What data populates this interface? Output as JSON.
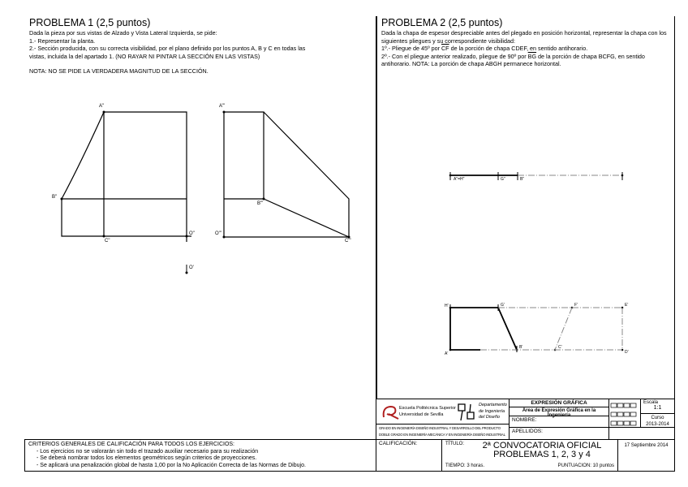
{
  "problem1": {
    "title": "PROBLEMA 1 (2,5 puntos)",
    "lines": [
      "Dada la pieza por sus vistas de Alzado y Vista Lateral Izquierda, se pide:",
      "1.- Representar la planta.",
      "2.- Sección producida, con su correcta visibilidad, por el plano definido por los puntos A, B y C en todas las",
      "vistas, incluida la del apartado 1. (NO RAYAR NI PINTAR LA SECCIÓN EN LAS VISTAS)"
    ],
    "note": "NOTA: NO SE PIDE LA VERDADERA MAGNITUD DE LA SECCIÓN.",
    "labels": {
      "A2": "A\"",
      "B2": "B\"",
      "C2": "C\"",
      "O2": "O\"",
      "A3": "A'\"",
      "B3": "B'\"",
      "C3": "C'\"",
      "O3": "O'\"",
      "O1": "O'"
    }
  },
  "problem2": {
    "title": "PROBLEMA 2 (2,5 puntos)",
    "line1": "Dada la chapa de espesor despreciable antes del plegado en posición horizontal, representar la chapa con los",
    "line2": "siguientes pliegues y su correspondiente visibilidad:",
    "step1_a": "1º.- Pliegue de 45º por ",
    "step1_ov": "CF",
    "step1_b": " de la porción de chapa CDEF, en sentido antihorario.",
    "step2_a": "2º.- Con el pliegue anterior realizado, pliegue de 90º por ",
    "step2_ov": "BG",
    "step2_b": " de la porción de chapa BCFG, en sentido",
    "step2_c": "antihorario.    NOTA: La porción de chapa ABGH permanece horizontal.",
    "labels": {
      "AH2": "A\"=H\"",
      "G2": "G\"",
      "B2": "B\"",
      "H1": "H'",
      "G1": "G'",
      "F1": "F'",
      "E1": "E'",
      "A1": "A'",
      "B1": "B'",
      "C1": "C'",
      "D1": "D'"
    }
  },
  "criteria": {
    "title": "CRITERIOS GENERALES DE CALIFICACIÓN  PARA TODOS LOS EJERCICIOS:",
    "items": [
      "- Los ejercicios no se valorarán sin todo el trazado auxiliar necesario para su realización",
      "- Se deberá nombrar todos los elementos geométricos según criterios de proyecciones.",
      "- Se aplicará una penalización global de hasta 1,00 por la No Aplicación Correcta de las Normas de Dibujo."
    ]
  },
  "titleblock": {
    "school1": "Escuela Politécnica Superior",
    "school2": "Universidad de Sevilla",
    "dept1": "Departamento",
    "dept2": "de Ingeniería",
    "dept3": "del Diseño",
    "degree1": "GRADO EN INGENIERÍA DISEÑO INDUSTRIAL Y DESARROLLO DEL PRODUCTO",
    "degree2": "DOBLE GRADO EN INGENIERÍA MECÁNICA Y EN INGENIERÍA DISEÑO INDUSTRIAL",
    "subject": "EXPRESIÓN GRÁFICA",
    "area": "Área de Expresión Gráfica en la Ingeniería",
    "name_label": "NOMBRE:",
    "surname_label": "APELLIDOS:",
    "scale_label": "Escala",
    "scale": "1:1",
    "course_label": "Curso",
    "course": "2013-2014",
    "grade_label": "CALIFICACIÓN:",
    "title_label": "TÍTULO:",
    "title1": "2ª CONVOCATORIA OFICIAL",
    "title2": "PROBLEMAS 1, 2, 3 y 4",
    "time": "TIEMPO: 3 horas.",
    "score": "PUNTUACION: 10 puntos",
    "date": "17 Septiembre 2014"
  }
}
